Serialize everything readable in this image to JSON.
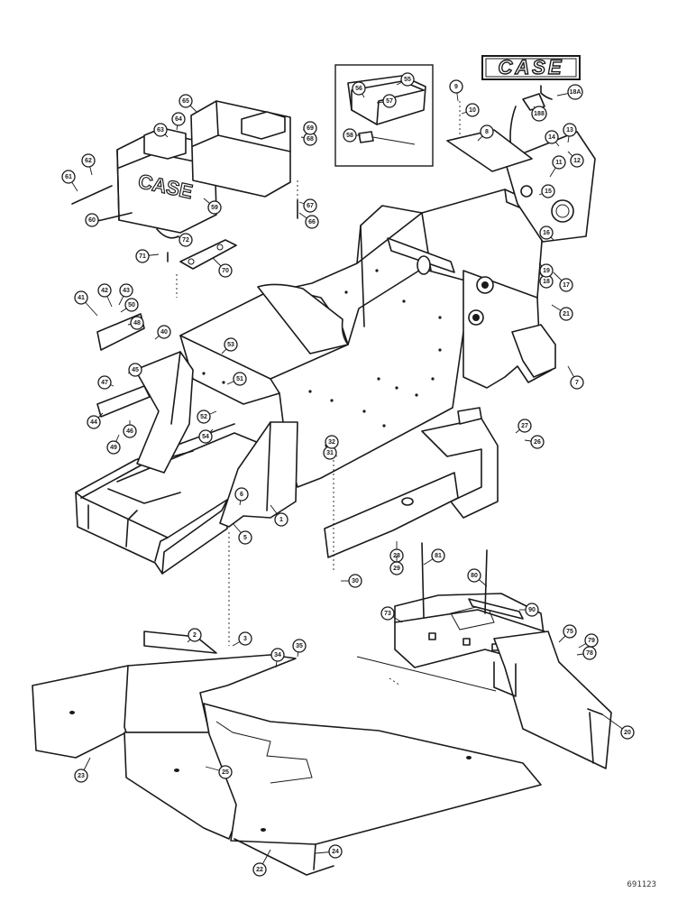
{
  "logo": {
    "text": "CASE"
  },
  "weight_lettering": "CASE",
  "reference_number": "691123",
  "callouts": [
    "1",
    "2",
    "3",
    "5",
    "6",
    "7",
    "8",
    "9",
    "10",
    "11",
    "12",
    "13",
    "14",
    "15",
    "16",
    "17",
    "18",
    "19",
    "20",
    "21",
    "22",
    "23",
    "24",
    "25",
    "26",
    "27",
    "28",
    "29",
    "30",
    "31",
    "32",
    "34",
    "35",
    "40",
    "41",
    "42",
    "43",
    "44",
    "45",
    "46",
    "47",
    "48",
    "49",
    "50",
    "51",
    "52",
    "53",
    "54",
    "55",
    "56",
    "57",
    "58",
    "59",
    "60",
    "61",
    "62",
    "63",
    "64",
    "65",
    "66",
    "67",
    "68",
    "69",
    "70",
    "71",
    "72",
    "73",
    "75",
    "78",
    "79",
    "80",
    "81",
    "90",
    "188",
    "18A"
  ]
}
